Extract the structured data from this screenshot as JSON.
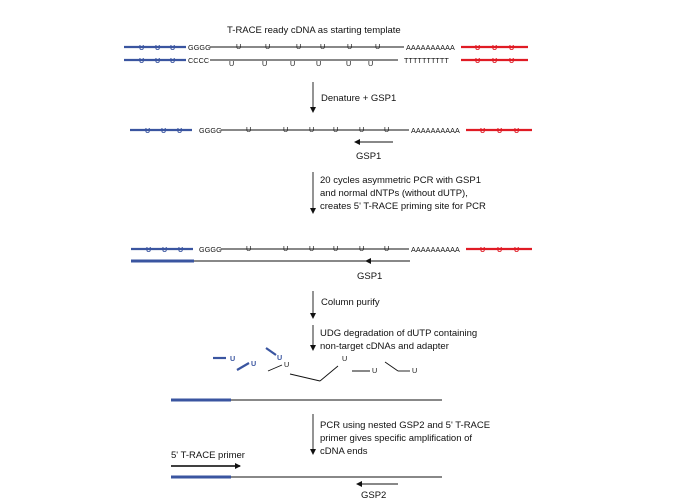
{
  "title": "T-RACE ready cDNA as starting template",
  "colors": {
    "adapter_5p": "#3a55a0",
    "adapter_3p": "#e01b24",
    "strand": "#111111",
    "primer_arrow": "#000000"
  },
  "sequences": {
    "g_run": "GGGG",
    "c_run": "CCCC",
    "a_run": "AAAAAAAAAA",
    "t_run": "TTTTTTTTTT",
    "uracil": "U"
  },
  "steps": [
    {
      "id": "denature",
      "label": "Denature + GSP1"
    },
    {
      "id": "pcr",
      "lines": [
        "20 cycles asymmetric PCR with GSP1",
        "and normal dNTPs (without dUTP),",
        "creates 5' T-RACE priming site for PCR"
      ]
    },
    {
      "id": "purify",
      "label": "Column purify"
    },
    {
      "id": "udg",
      "lines": [
        "UDG degradation of dUTP containing",
        "non-target cDNAs and adapter"
      ]
    },
    {
      "id": "nested",
      "lines": [
        "PCR using nested GSP2 and 5' T-RACE",
        "primer gives specific amplification of",
        "cDNA ends"
      ]
    }
  ],
  "primers": {
    "gsp1": "GSP1",
    "gsp2": "GSP2",
    "trace": "5' T-RACE primer"
  }
}
